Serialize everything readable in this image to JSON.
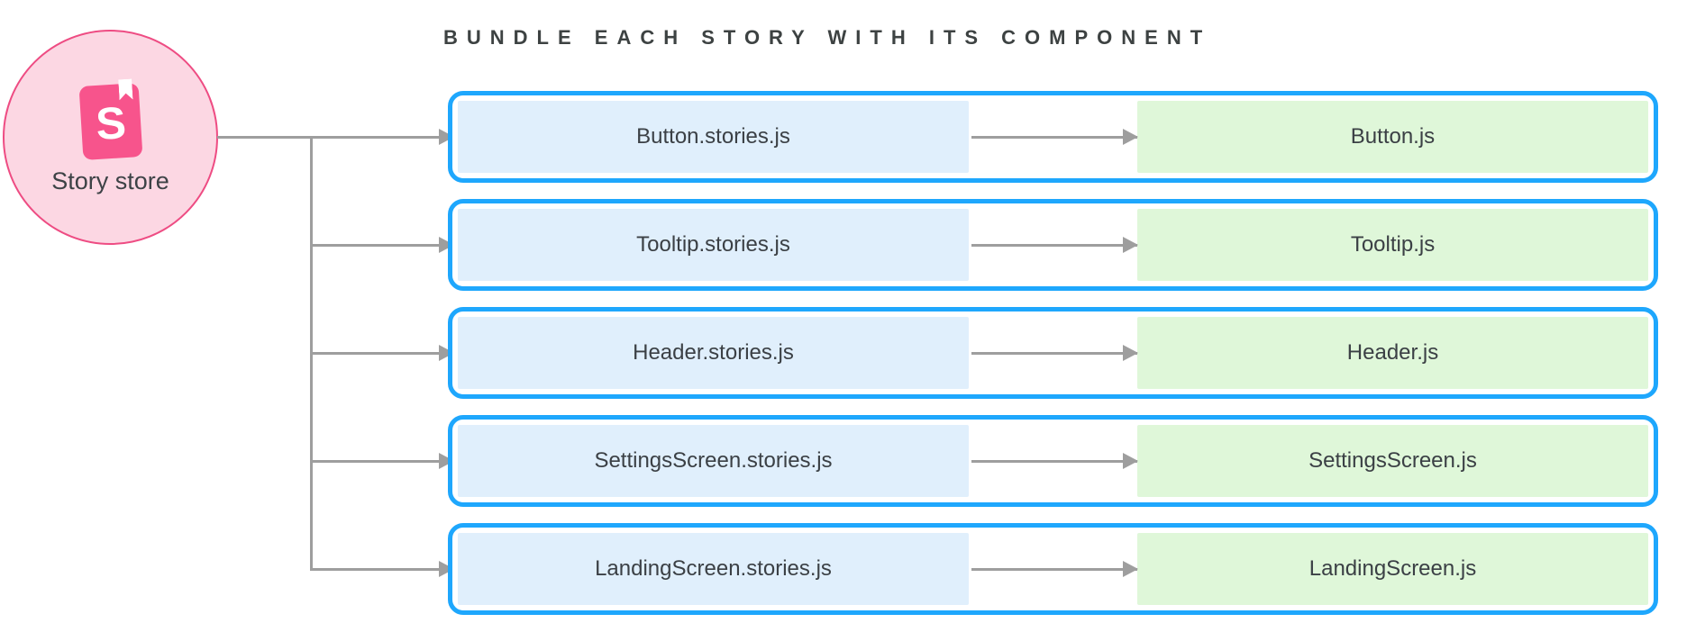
{
  "title": "BUNDLE EACH STORY WITH ITS COMPONENT",
  "source": {
    "label": "Story store",
    "logo_letter": "S",
    "logo_icon": "storybook-book-icon"
  },
  "colors": {
    "accent_blue_border": "#1ea7fd",
    "story_box_blue": "#e0effc",
    "component_box_green": "#dff7d9",
    "circle_fill_pink": "#fcd7e3",
    "circle_border_pink": "#ee4c83",
    "logo_pink": "#f7548c",
    "connector_gray": "#9e9e9e",
    "text_dark": "#3b4045"
  },
  "rows": [
    {
      "story": "Button.stories.js",
      "component": "Button.js"
    },
    {
      "story": "Tooltip.stories.js",
      "component": "Tooltip.js"
    },
    {
      "story": "Header.stories.js",
      "component": "Header.js"
    },
    {
      "story": "SettingsScreen.stories.js",
      "component": "SettingsScreen.js"
    },
    {
      "story": "LandingScreen.stories.js",
      "component": "LandingScreen.js"
    }
  ],
  "layout_numbers": {
    "row_count": "5"
  }
}
